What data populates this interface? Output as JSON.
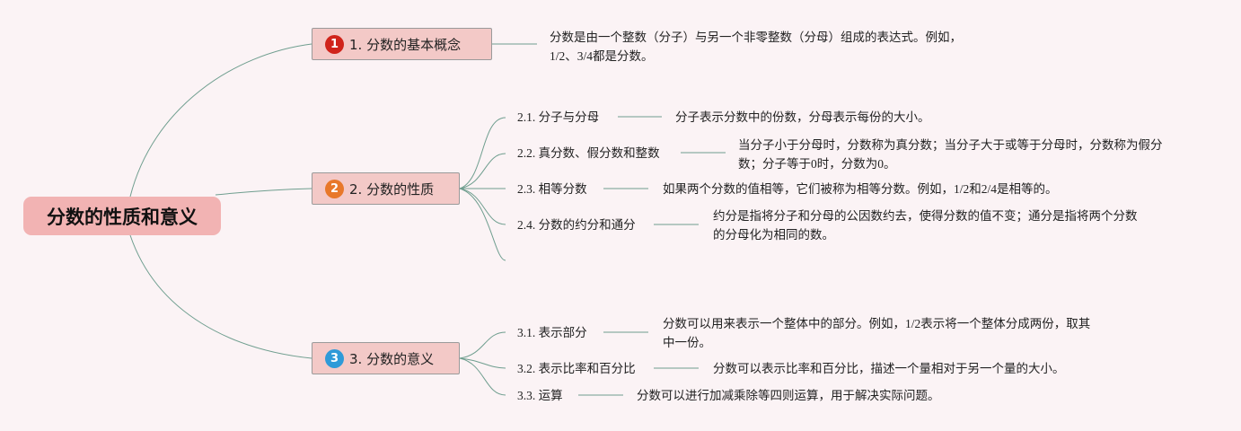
{
  "root": {
    "label": "分数的性质和意义"
  },
  "colors": {
    "line": "#6f9e8f",
    "badge1": "#d0241b",
    "badge2": "#e8782a",
    "badge3": "#2f9ad8"
  },
  "branch1": {
    "badge": "1",
    "label": "1. 分数的基本概念",
    "desc_line1": "分数是由一个整数（分子）与另一个非零整数（分母）组成的表达式。例如，",
    "desc_line2": "1/2、3/4都是分数。"
  },
  "branch2": {
    "badge": "2",
    "label": "2. 分数的性质",
    "children": [
      {
        "label": "2.1. 分子与分母",
        "desc_line1": "分子表示分数中的份数，分母表示每份的大小。",
        "desc_line2": ""
      },
      {
        "label": "2.2. 真分数、假分数和整数",
        "desc_line1": "当分子小于分母时，分数称为真分数；当分子大于或等于分母时，分数称为假分",
        "desc_line2": "数；分子等于0时，分数为0。"
      },
      {
        "label": "2.3. 相等分数",
        "desc_line1": "如果两个分数的值相等，它们被称为相等分数。例如，1/2和2/4是相等的。",
        "desc_line2": ""
      },
      {
        "label": "2.4. 分数的约分和通分",
        "desc_line1": "约分是指将分子和分母的公因数约去，使得分数的值不变；通分是指将两个分数",
        "desc_line2": "的分母化为相同的数。"
      }
    ]
  },
  "branch3": {
    "badge": "3",
    "label": "3. 分数的意义",
    "children": [
      {
        "label": "3.1. 表示部分",
        "desc_line1": "分数可以用来表示一个整体中的部分。例如，1/2表示将一个整体分成两份，取其",
        "desc_line2": "中一份。"
      },
      {
        "label": "3.2. 表示比率和百分比",
        "desc_line1": "分数可以表示比率和百分比，描述一个量相对于另一个量的大小。",
        "desc_line2": ""
      },
      {
        "label": "3.3. 运算",
        "desc_line1": "分数可以进行加减乘除等四则运算，用于解决实际问题。",
        "desc_line2": ""
      }
    ]
  }
}
